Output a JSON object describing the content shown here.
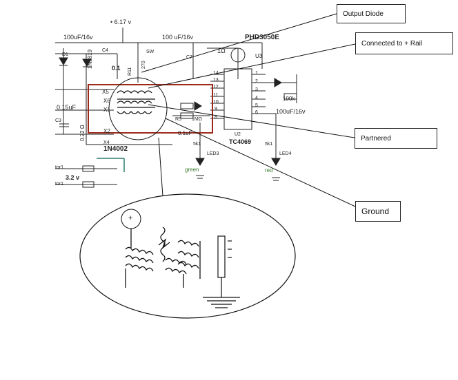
{
  "callouts": {
    "output_diode": "Output Diode",
    "connected_rail": "Connected to + Rail",
    "partnered": "Partnered",
    "ground": "Ground"
  },
  "labels": {
    "voltage_top": "• 6.17 v",
    "cap_left": "100uF/16v",
    "cap_mid": "100 uF/16v",
    "mosfet": "PHD3050E",
    "res_1ohm": "1Ω",
    "u3": "U3",
    "d1": "D1",
    "c4": "C4",
    "diode_1n5819": "1N5819",
    "cap_01": "0.1",
    "r11": "R11",
    "r270": "270",
    "sw": "SW",
    "c7": "C7",
    "x5": "X5",
    "x6": "X6",
    "x1": "X1",
    "x2": "X2",
    "x4": "X4",
    "c015": "0.15uF",
    "c3": "C3",
    "r022": "0.22 Ω",
    "diode_1n4002": "1N4002",
    "r5": "R5",
    "r1m": "1MΩ",
    "c01uf": "0.1uF",
    "u2": "U2",
    "ic": "TC4069",
    "cap_right": "100uF/16v",
    "res_100k": "100k",
    "led3": "LED3",
    "led4": "LED4",
    "green": "green",
    "red": "red",
    "res_5k1_a": "5k1",
    "res_5k1_b": "5k1",
    "v32": "3.2 v",
    "tor1": "tor1",
    "tor2": "tor1",
    "pin14": "14",
    "pin13": "13",
    "pin12": "12",
    "pin11": "11",
    "pin10": "10",
    "pin9": "9",
    "pin8": "8",
    "pin1": "1",
    "pin2": "2",
    "pin3": "3",
    "pin4": "4",
    "pin5": "5",
    "pin6": "6",
    "plus_symbol": "+"
  },
  "colors": {
    "highlight_box": "#9b2a1c",
    "wire": "#222222",
    "green_wire": "#2e7d6e",
    "led_label": "#3a7a2a"
  }
}
